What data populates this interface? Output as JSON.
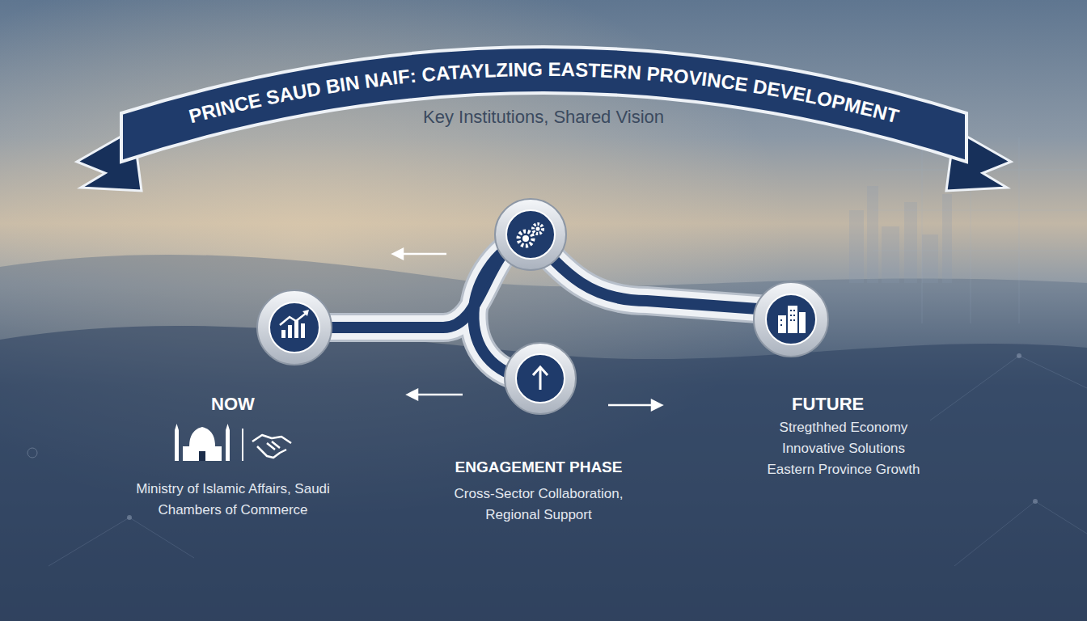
{
  "diagram": {
    "title": "PRINCE SAUD BIN NAIF: CATAYLZING EASTERN PROVINCE DEVELOPMENT",
    "labels": [
      "Key Institutions, Shared Vision",
      "NOW",
      "Ministry of Islamic Affairs, Saudi Chambers of Commerce",
      "ENGAGEMENT PHASE",
      "Cross-Sector Collaboration, Regional Support",
      "FUTURE",
      "Stregthhed Economy",
      "Innovative Solutions",
      "Eastern Province Growth"
    ]
  }
}
